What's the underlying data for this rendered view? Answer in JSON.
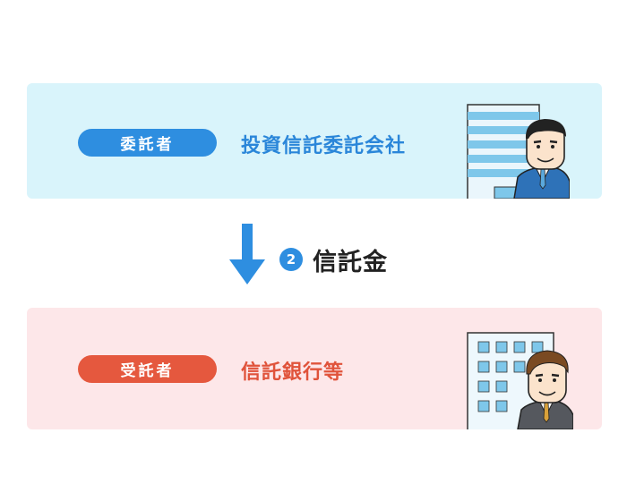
{
  "top": {
    "role_label": "委託者",
    "party_name": "投資信託委託会社",
    "pill_color": "#2e8ee0",
    "name_color": "#2a86d9",
    "panel_color": "#d9f4fb",
    "illustration": "office-building-with-businessman-icon"
  },
  "flow": {
    "step_number": "2",
    "label": "信託金",
    "arrow_icon": "arrow-down-icon",
    "arrow_color": "#2e8ee0"
  },
  "bottom": {
    "role_label": "受託者",
    "party_name": "信託銀行等",
    "pill_color": "#e5583e",
    "name_color": "#e0533b",
    "panel_color": "#fde7e9",
    "illustration": "office-building-with-businessman-icon"
  }
}
